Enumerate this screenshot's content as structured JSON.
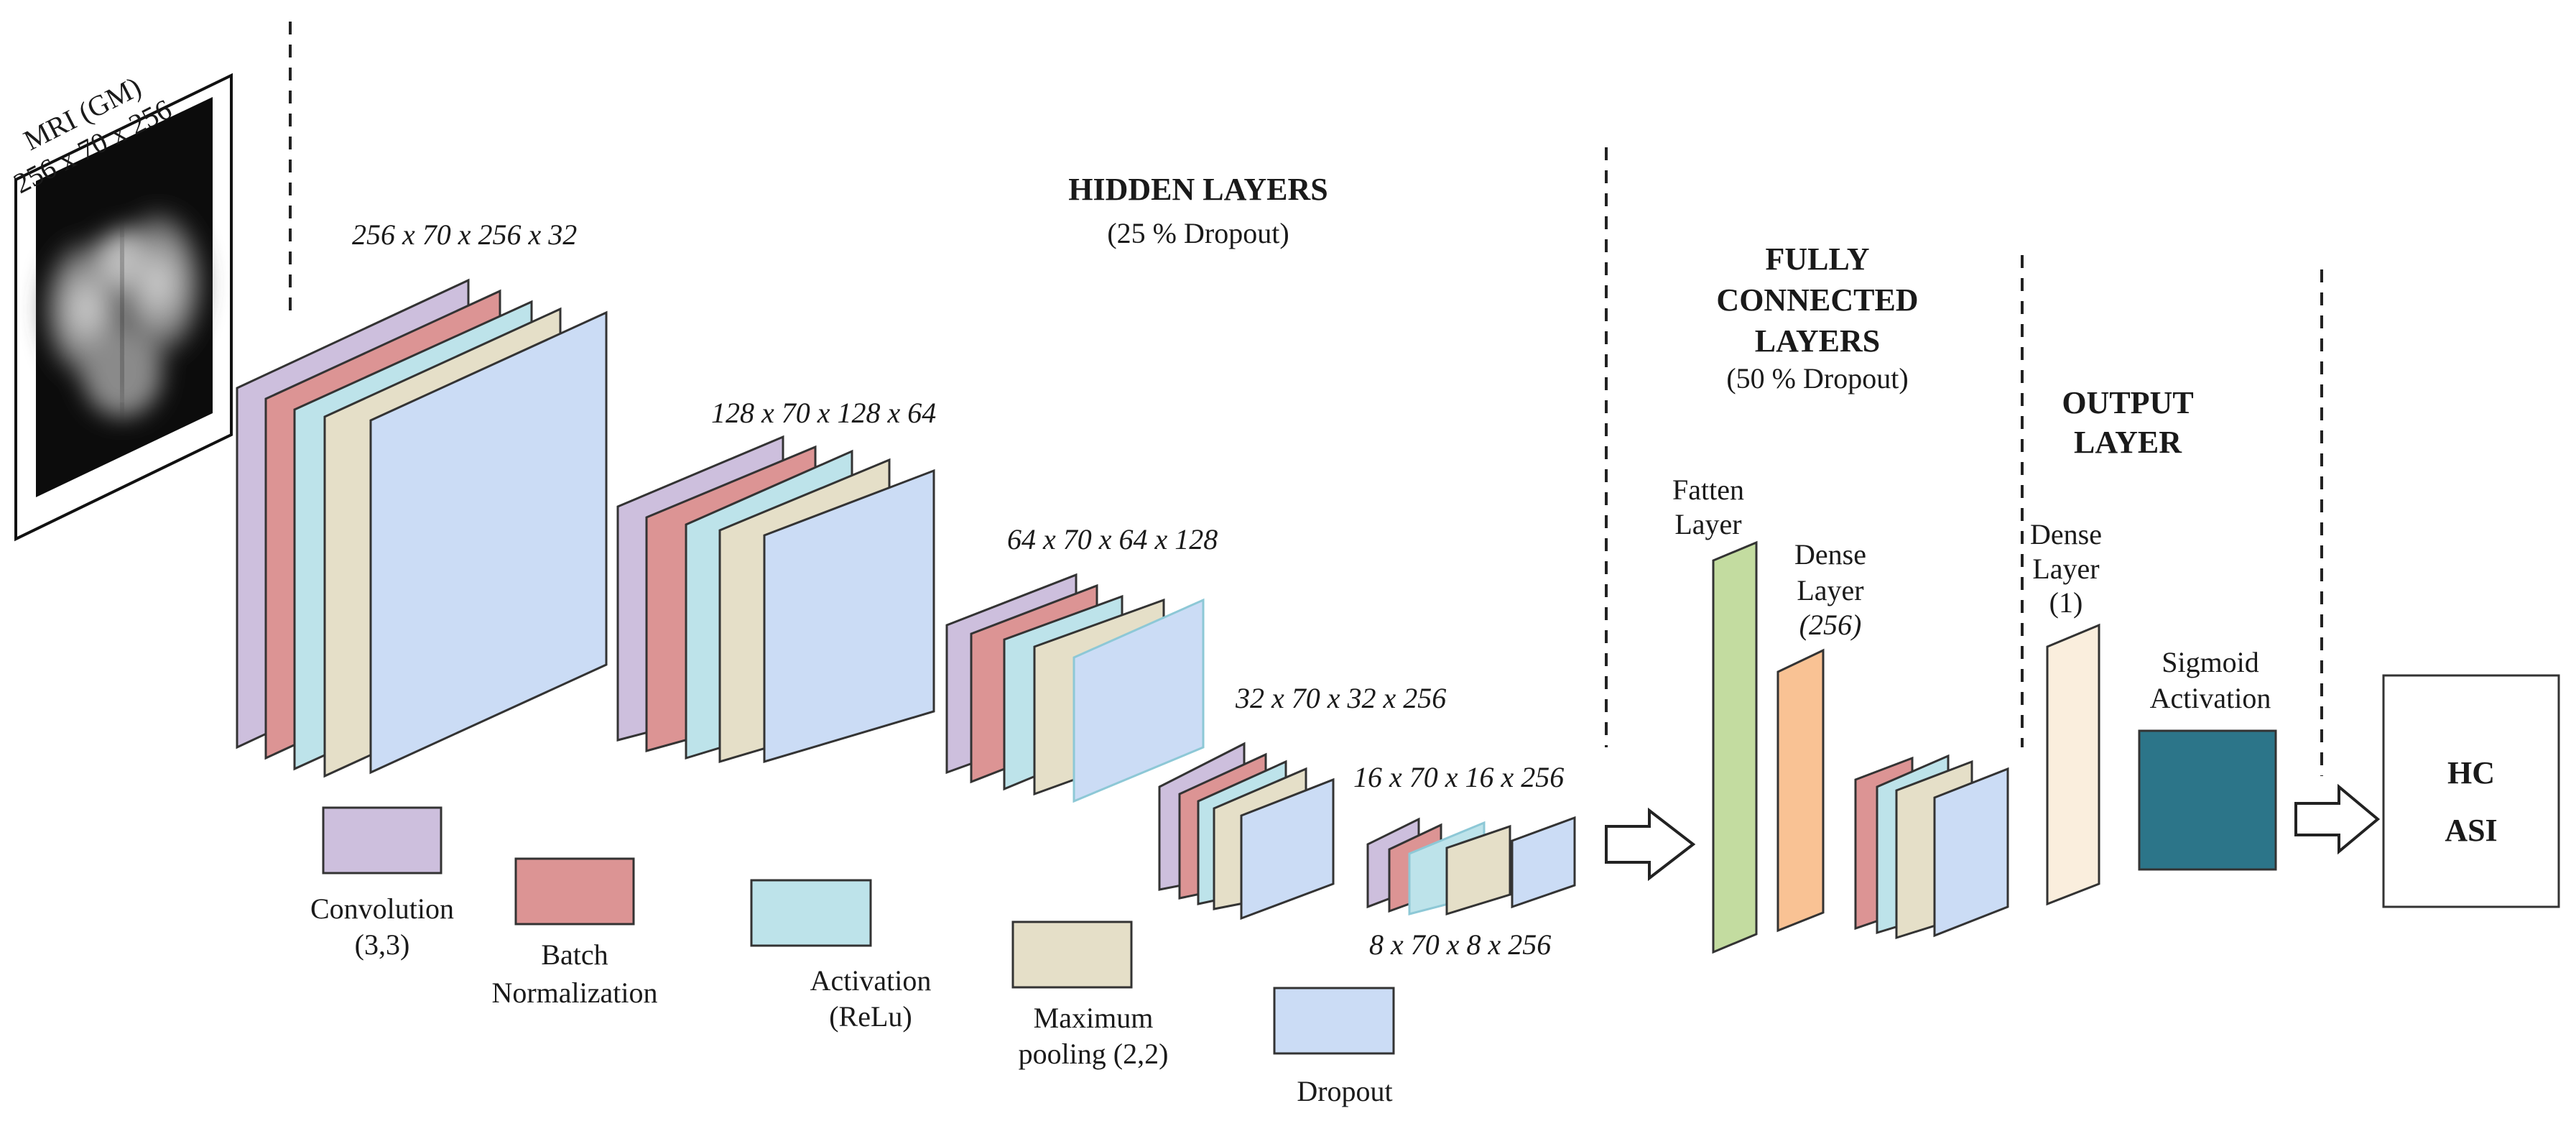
{
  "input": {
    "label_line1": "MRI (GM)",
    "label_line2": "256 x 70 x 256"
  },
  "sections": {
    "hidden": {
      "title": "HIDDEN LAYERS",
      "dropout": "(25 % Dropout)"
    },
    "fully_connected": {
      "title_line1": "FULLY",
      "title_line2": "CONNECTED",
      "title_line3": "LAYERS",
      "dropout": "(50 % Dropout)"
    },
    "output": {
      "title_line1": "OUTPUT",
      "title_line2": "LAYER"
    }
  },
  "dimensions": {
    "stage1": "256 x 70 x 256 x 32",
    "stage2": "128 x 70 x 128 x 64",
    "stage3": "64 x 70 x 64 x 128",
    "stage4": "32 x 70 x 32 x 256",
    "stage5": "16 x 70 x 16 x 256",
    "stage5b": "8 x 70 x 8 x 256"
  },
  "fc_layers": {
    "flatten": {
      "line1": "Fatten",
      "line2": "Layer"
    },
    "dense256": {
      "line1": "Dense",
      "line2": "Layer",
      "line3": "(256)"
    },
    "dense1": {
      "line1": "Dense",
      "line2": "Layer",
      "line3": "(1)"
    },
    "sigmoid": {
      "line1": "Sigmoid",
      "line2": "Activation"
    }
  },
  "result": {
    "line1": "HC",
    "line2": "ASI"
  },
  "legend": {
    "convolution": {
      "line1": "Convolution",
      "line2": "(3,3)"
    },
    "batchnorm": {
      "line1": "Batch",
      "line2": "Normalization"
    },
    "activation": {
      "line1": "Activation",
      "line2": "(ReLu)"
    },
    "maxpool": {
      "line1": "Maximum",
      "line2": "pooling (2,2)"
    },
    "dropout": {
      "line1": "Dropout"
    }
  },
  "colors": {
    "convolution": "#cdbfdd",
    "batchnorm": "#dc9494",
    "activation": "#bde3ea",
    "maxpool": "#e5dfc8",
    "dropout": "#cbdcf5",
    "flatten": "#c3dca0",
    "dense256": "#f9c294",
    "dense1": "#faeedd",
    "sigmoid": "#2c7589"
  }
}
